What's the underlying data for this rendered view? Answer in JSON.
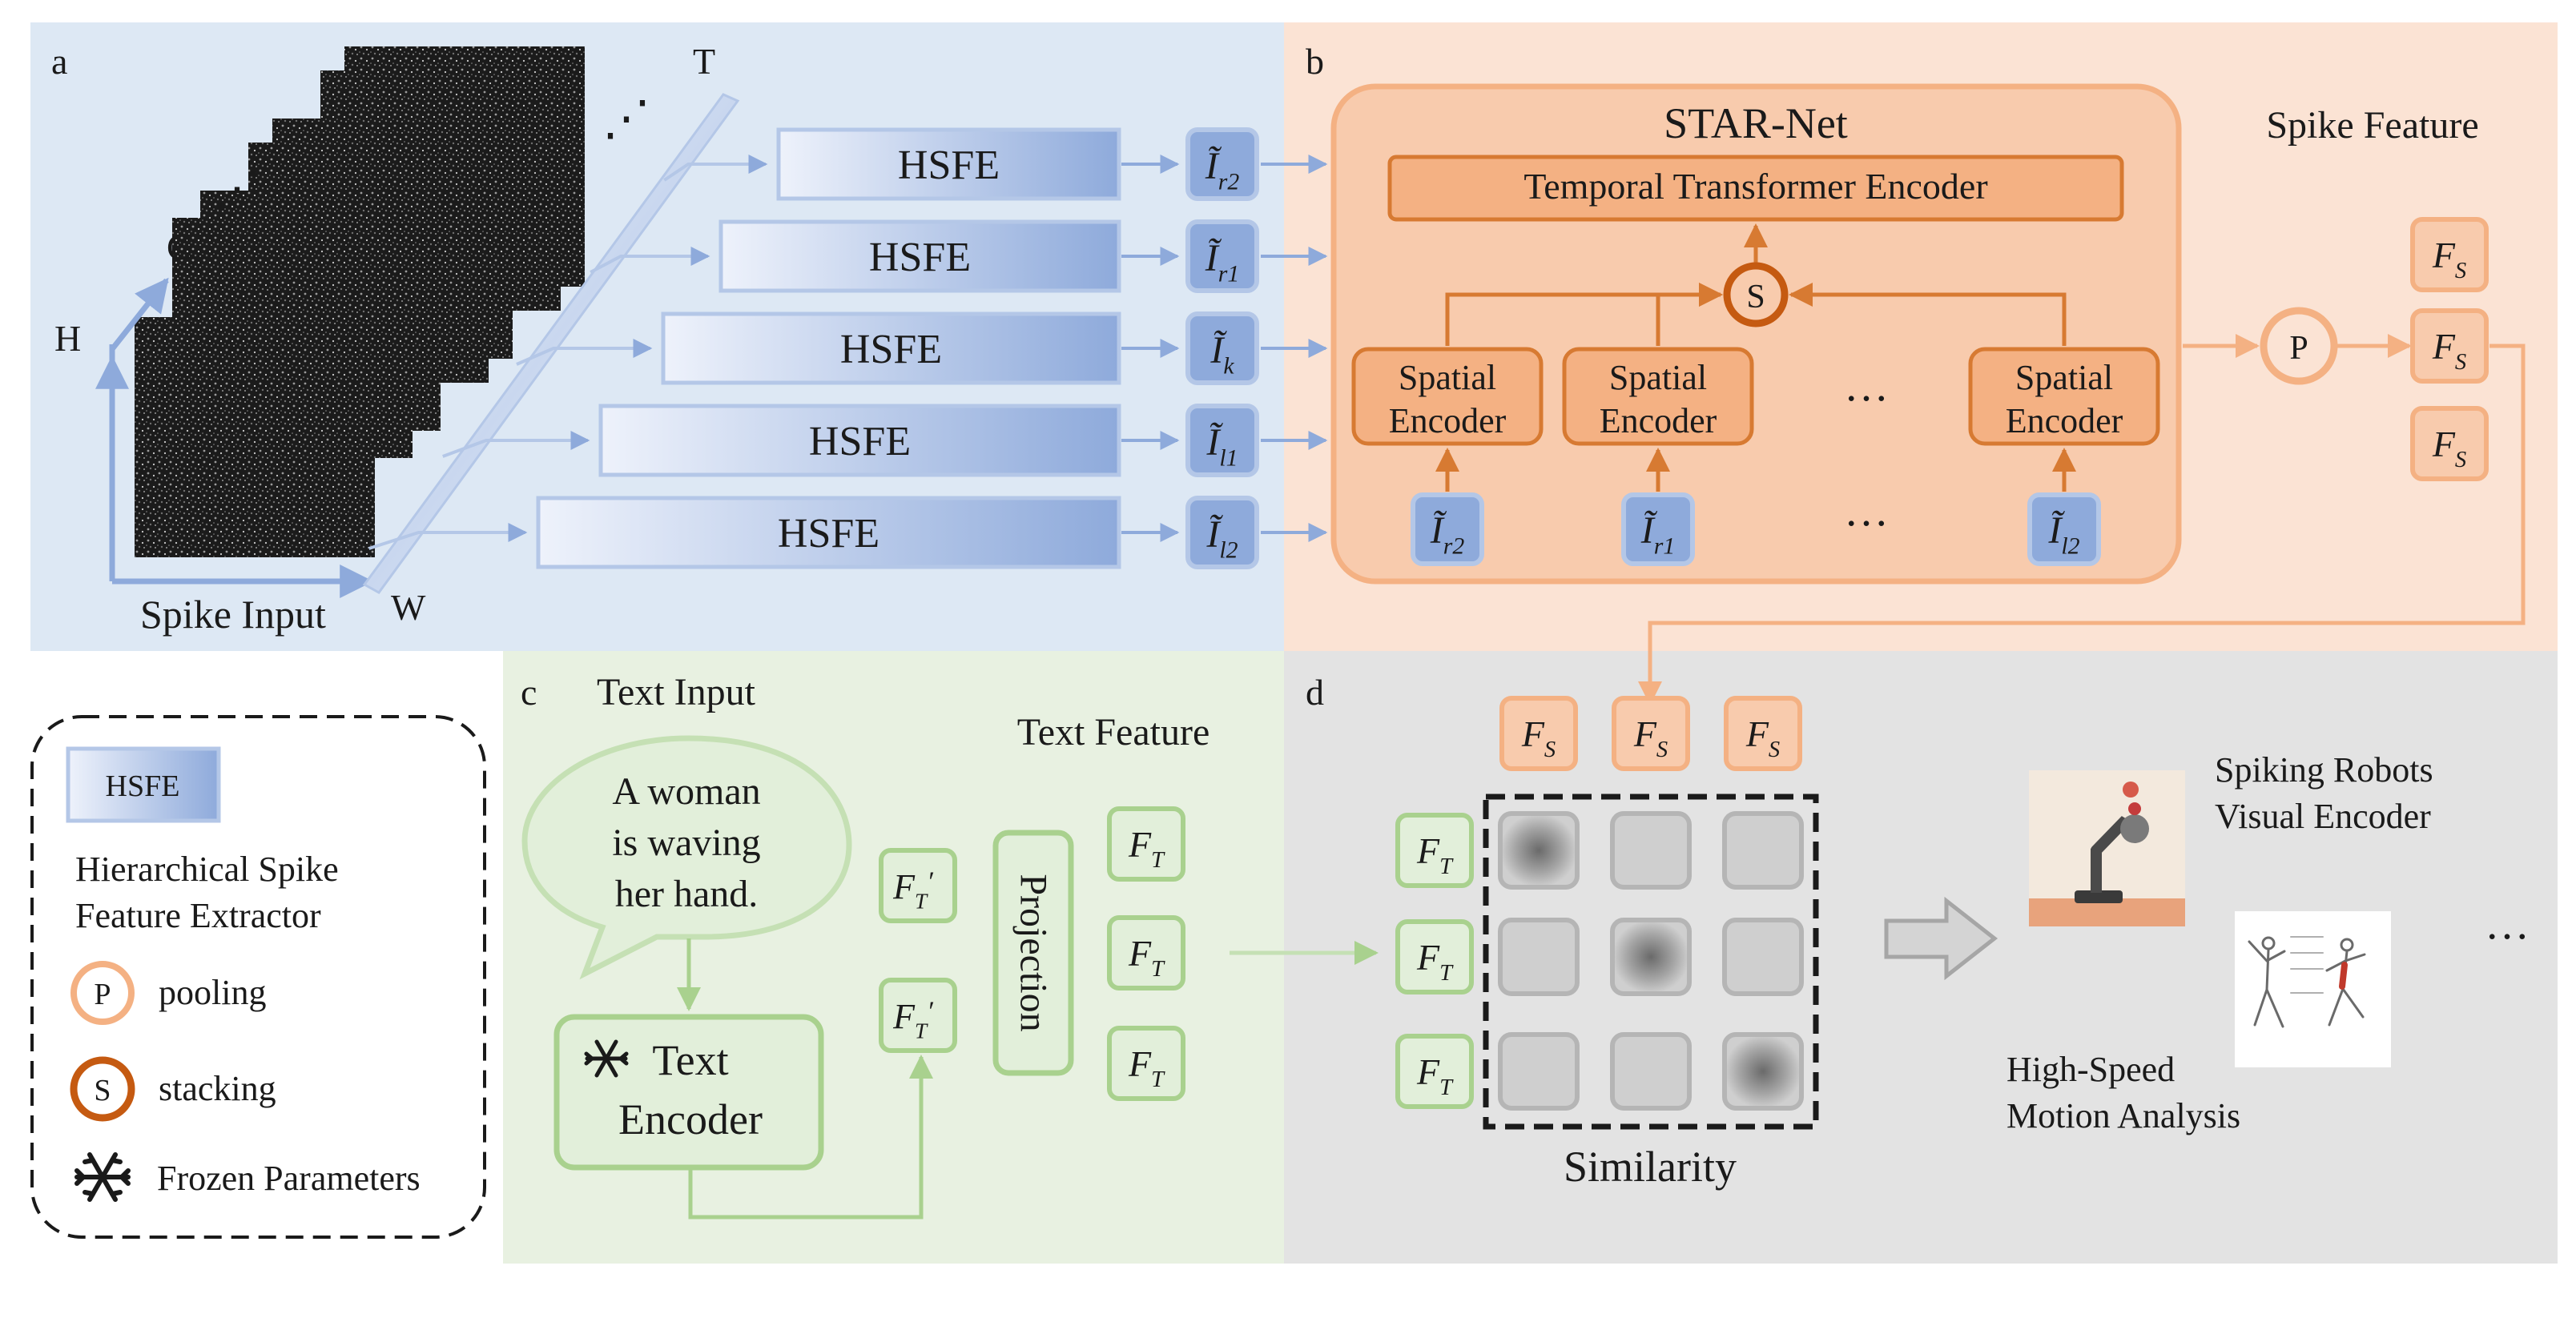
{
  "panels": {
    "a": "a",
    "b": "b",
    "c": "c",
    "d": "d"
  },
  "colors": {
    "panel_a_bg": "#dde8f4",
    "panel_b_bg": "#fbe3d4",
    "panel_c_bg": "#e8f1e1",
    "panel_d_bg": "#e3e3e3",
    "hsfe_blue": "#8eaadb",
    "orange": "#d77a32",
    "orange_light": "#f6c8a5",
    "stacking_orange": "#c55a11",
    "green": "#a9d18e",
    "green_light": "#e2efda"
  },
  "panel_a": {
    "axis_h": "H",
    "axis_c": "C",
    "axis_t": "T",
    "axis_w": "W",
    "caption": "Spike Input",
    "hsfe_label": "HSFE",
    "inputs": [
      {
        "base": "Ĩ",
        "sub": "r2"
      },
      {
        "base": "Ĩ",
        "sub": "r1"
      },
      {
        "base": "Ĩ",
        "sub": "k"
      },
      {
        "base": "Ĩ",
        "sub": "l1"
      },
      {
        "base": "Ĩ",
        "sub": "l2"
      }
    ],
    "ellipsis": "⋰"
  },
  "panel_b": {
    "title": "STAR-Net",
    "temporal_encoder": "Temporal Transformer Encoder",
    "stack_symbol": "S",
    "spatial_line1": "Spatial",
    "spatial_line2": "Encoder",
    "spatial_inputs": [
      {
        "base": "Ĩ",
        "sub": "r2"
      },
      {
        "base": "Ĩ",
        "sub": "r1"
      },
      {
        "base": "Ĩ",
        "sub": "l2"
      }
    ],
    "ellipsis": "…",
    "pool_symbol": "P",
    "feature_title": "Spike Feature",
    "feature": {
      "base": "F",
      "sub": "S"
    }
  },
  "legend": {
    "hsfe_label": "HSFE",
    "hsfe_desc_1": "Hierarchical Spike",
    "hsfe_desc_2": "Feature Extractor",
    "pool_symbol": "P",
    "pool_desc": "pooling",
    "stack_symbol": "S",
    "stack_desc": "stacking",
    "frozen_icon": "snowflake-icon",
    "frozen_desc": "Frozen Parameters"
  },
  "panel_c": {
    "text_input_title": "Text Input",
    "bubble_line1": "A woman",
    "bubble_line2": "is waving",
    "bubble_line3": "her hand.",
    "encoder_line1": "Text",
    "encoder_line2": "Encoder",
    "text_prime": {
      "base": "F",
      "sub": "T",
      "prime": "′"
    },
    "projection": "Projection",
    "feature_title": "Text Feature",
    "feature": {
      "base": "F",
      "sub": "T"
    }
  },
  "panel_d": {
    "col_feature": {
      "base": "F",
      "sub": "S"
    },
    "row_feature": {
      "base": "F",
      "sub": "T"
    },
    "similarity": "Similarity",
    "app1_line1": "Spiking Robots",
    "app1_line2": "Visual Encoder",
    "app2_line1": "High-Speed",
    "app2_line2": "Motion Analysis",
    "ellipsis": "…"
  }
}
